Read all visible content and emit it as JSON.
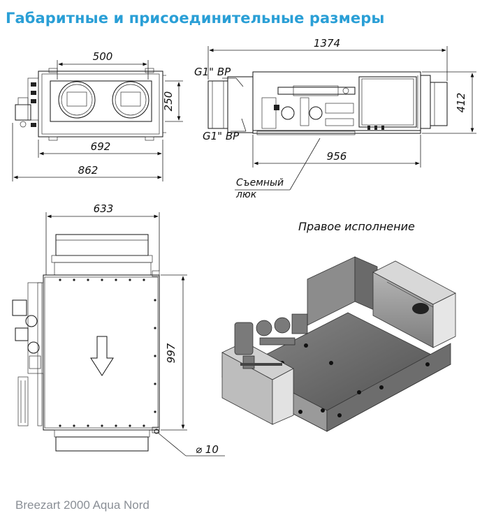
{
  "title": "Габаритные и присоединительные размеры",
  "footer": "Breezart 2000 Aqua Nord",
  "front_view": {
    "dim_top": "500",
    "dim_height": "250",
    "dim_inner": "692",
    "dim_overall": "862"
  },
  "side_view": {
    "dim_length": "1374",
    "dim_height": "412",
    "dim_base": "956",
    "conn_top": "G1\" ВР",
    "conn_bottom": "G1\" ВР",
    "hatch_line1": "Съемный",
    "hatch_line2": "люк"
  },
  "top_view": {
    "dim_width": "633",
    "dim_length": "997",
    "dim_hole": "⌀ 10"
  },
  "iso_view": {
    "caption": "Правое исполнение"
  }
}
